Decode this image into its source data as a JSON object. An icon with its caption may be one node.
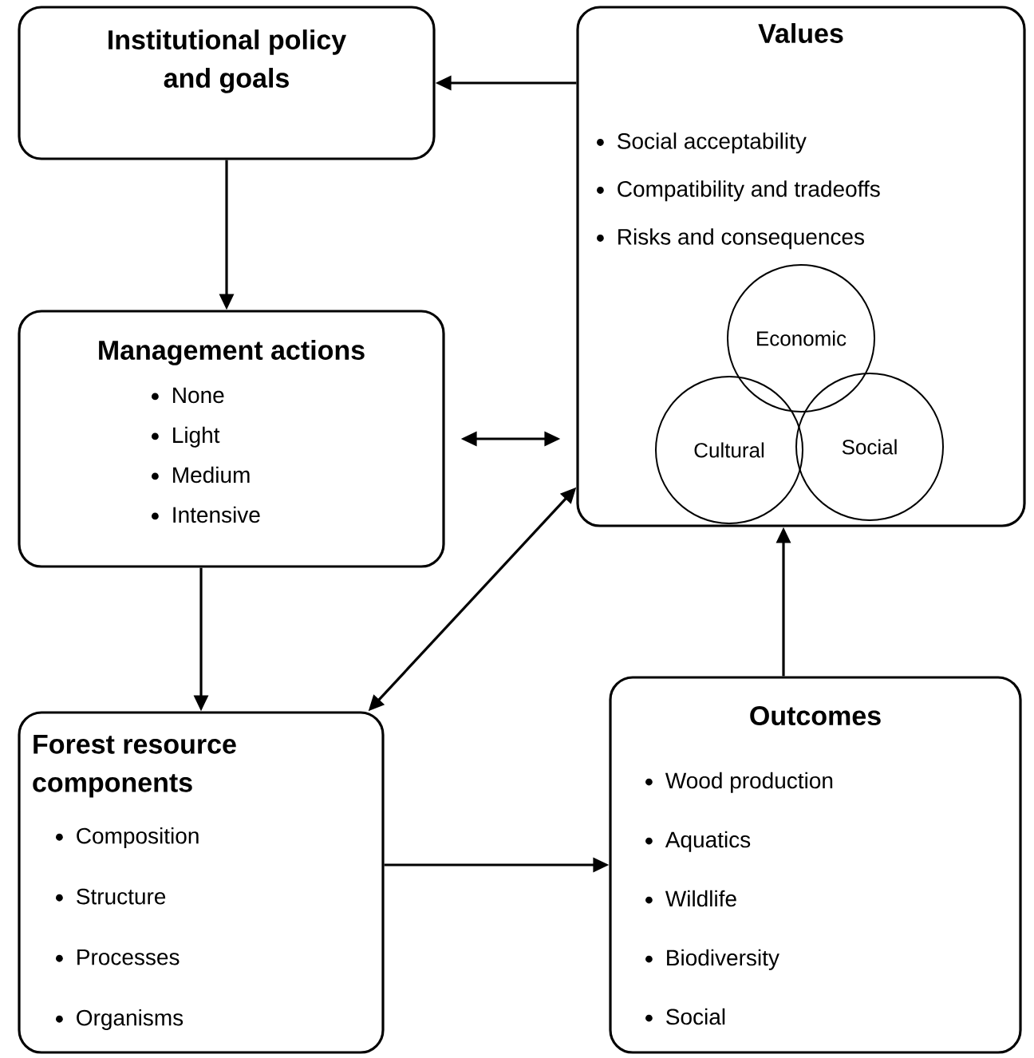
{
  "diagram": {
    "nodes": [
      {
        "text": [
          "Institutional policy and goals"
        ]
      },
      {
        "text": [
          "Values",
          "Social acceptability",
          "Compatibility and tradeoffs",
          "Risks and consequences"
        ]
      },
      {
        "text": [
          "Economic"
        ],
        "in": 1
      },
      {
        "text": [
          "Cultural"
        ],
        "in": 1
      },
      {
        "text": [
          "Social"
        ],
        "in": 1
      },
      {
        "text": [
          "Management actions",
          "None",
          "Light",
          "Medium",
          "Intensive"
        ]
      },
      {
        "text": [
          "Forest resource components",
          "Composition",
          "Structure",
          "Processes",
          "Organisms"
        ]
      },
      {
        "text": [
          "Outcomes",
          "Wood production",
          "Aquatics",
          "Wildlife",
          "Biodiversity",
          "Social"
        ]
      }
    ],
    "edges": [
      {
        "from": 1,
        "to": 0,
        "arrow": "to"
      },
      {
        "from": 0,
        "to": 5,
        "arrow": "to"
      },
      {
        "from": 5,
        "to": 1,
        "arrow": "both"
      },
      {
        "from": 5,
        "to": 6,
        "arrow": "to"
      },
      {
        "from": 6,
        "to": 1,
        "arrow": "both"
      },
      {
        "from": 6,
        "to": 7,
        "arrow": "to"
      },
      {
        "from": 7,
        "to": 1,
        "arrow": "to"
      }
    ]
  }
}
